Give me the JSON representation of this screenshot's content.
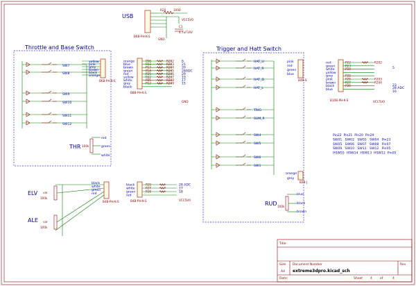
{
  "usb": {
    "title": "USB",
    "conn_ref": "B6B-PH-K-S",
    "resistor": "R20",
    "resistor_val": "1000",
    "net_vcc": "VCC5V0",
    "net_gnd": "GND",
    "cap_ref": "C1",
    "cap_val": "4.7uF16V"
  },
  "throttle_box": {
    "title": "Throttle and Base Switch",
    "wire_colors": [
      "yellow",
      "pink",
      "grey",
      "brown",
      "black",
      "orange"
    ],
    "switches": [
      "SW7",
      "SW8",
      "SW9",
      "SW10",
      "SW11",
      "SW12"
    ],
    "conn_ref": "B6B-PH-K-S",
    "pot_title": "THR",
    "pot_val": "100k",
    "pot_wires": [
      "red",
      "green",
      "white"
    ]
  },
  "mid_conn": {
    "colors": [
      "orange",
      "blue",
      "brown",
      "green",
      "red",
      "yellow",
      "white",
      "grey",
      "black"
    ],
    "pins": [
      "P06",
      "P23",
      "P13",
      "P14",
      "P25",
      "P22",
      "P05",
      "P12",
      ""
    ],
    "resistors": [
      "R202",
      "R203",
      "R204",
      "R205",
      "R206",
      "R207",
      "R208",
      "R209"
    ],
    "numbers": [
      "6",
      "21",
      "20",
      "28ADC",
      "29",
      "19",
      "17",
      "15"
    ],
    "ref": "B8B-PH-K-S",
    "gnd": "GND"
  },
  "lower_conn": {
    "colors": [
      "black",
      "white",
      "green",
      "red"
    ],
    "pins": [
      "P29",
      "P27",
      "P28",
      ""
    ],
    "numbers": [
      "28 ADC",
      "17",
      "18"
    ],
    "ref": "B4B-PH-K-S",
    "vcc": "VCC5V0"
  },
  "elv": {
    "title": "ELV",
    "val": "100k",
    "var": "var",
    "wires": [
      "black",
      "white",
      "green",
      "red"
    ],
    "ref": "B4B-PH-K-S"
  },
  "ale": {
    "title": "ALE",
    "val": "100k",
    "var": "var"
  },
  "trigger_box": {
    "title": "Trigger and Hatt Switch",
    "switches": [
      "HAT_U",
      "HAT_R",
      "HAT_D",
      "HAT_L",
      "TRIG",
      "SUM_R",
      "SW4",
      "SW5",
      "SW6",
      "SW1"
    ],
    "wire_colors": [
      "pink",
      "red",
      "green",
      "blue"
    ],
    "conn_ref": "B4B-S",
    "conn2_wires": [
      "orange",
      "grey"
    ],
    "conn2_ref": "B2B-J",
    "rud_title": "RUD",
    "rud_val": "100k",
    "rud_wires": [
      "blue",
      "black",
      "brown"
    ]
  },
  "right_conn": {
    "colors": [
      "red",
      "green",
      "white",
      "yellow",
      "grey",
      "pink",
      "brown",
      "black",
      "blue"
    ],
    "pins": [
      "P22",
      "P23",
      "P24",
      "",
      "P25",
      "P26",
      "P27",
      "P28",
      ""
    ],
    "resistors": [
      "R202",
      "R203",
      "R204"
    ],
    "numbers": [
      "5",
      "23",
      "28 ADC",
      "16"
    ],
    "ref": "B10B-PH-K-S",
    "vcc": "VCC5V0"
  },
  "pin_table": {
    "rows": [
      "Pin22  Pin21  Pin20  Pin29",
      "SW01   SW02   SW03   SW04   Pin23",
      "SW05   SW06   SW07   SW08   Pin07",
      "SW09   SW10   SW11   SW12   Pin05",
      "HSW55  HSW14  HSW13  HSW12  Pin05"
    ]
  },
  "title_block": {
    "title_label": "Title",
    "size_label": "Size",
    "size_val": "A4",
    "docnum_label": "Document Number",
    "docnum_val": "extreme3dpro.kicad_sch",
    "rev_label": "Rev",
    "date_label": "Date:",
    "sheet_label": "Sheet",
    "sheet_num": "4",
    "of_label": "of",
    "sheet_total": "4"
  }
}
